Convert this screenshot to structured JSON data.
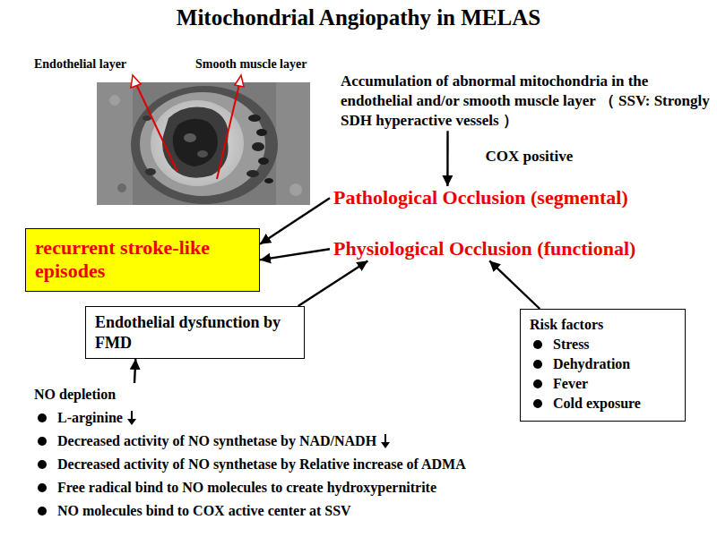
{
  "diagram": {
    "title": "Mitochondrial Angiopathy in MELAS",
    "nodes": [
      {
        "text": [
          "Accumulation of abnormal mitochondria in the endothelial and/or smooth muscle layer （ SSV: Strongly SDH hyperactive vessels ）"
        ]
      },
      {
        "text": [
          "recurrent stroke-like episodes"
        ]
      },
      {
        "text": [
          "Pathological Occlusion (segmental)"
        ]
      },
      {
        "text": [
          "Physiological Occlusion (functional)"
        ]
      },
      {
        "text": [
          "Endothelial dysfunction by FMD"
        ]
      },
      {
        "text": [
          "Risk factors",
          "Stress",
          "Dehydration",
          "Fever",
          "Cold exposure"
        ]
      },
      {
        "text": [
          "NO depletion",
          "L-arginine",
          "Decreased activity of NO synthetase by NAD/NADH",
          "Decreased activity of NO synthetase by Relative increase of ADMA",
          "Free radical bind to NO molecules to create hydroxypernitrite",
          "NO molecules bind to COX active center at SSV"
        ]
      }
    ],
    "edges": [
      {
        "from": 0,
        "to": 2,
        "arrow": "to",
        "label": "COX positive"
      },
      {
        "from": 2,
        "to": 1,
        "arrow": "to"
      },
      {
        "from": 3,
        "to": 1,
        "arrow": "to"
      },
      {
        "from": 4,
        "to": 3,
        "arrow": "to"
      },
      {
        "from": 5,
        "to": 3,
        "arrow": "to"
      },
      {
        "from": 6,
        "to": 4,
        "arrow": "to"
      }
    ],
    "labels": [
      "Endothelial layer",
      "Smooth muscle layer"
    ]
  }
}
